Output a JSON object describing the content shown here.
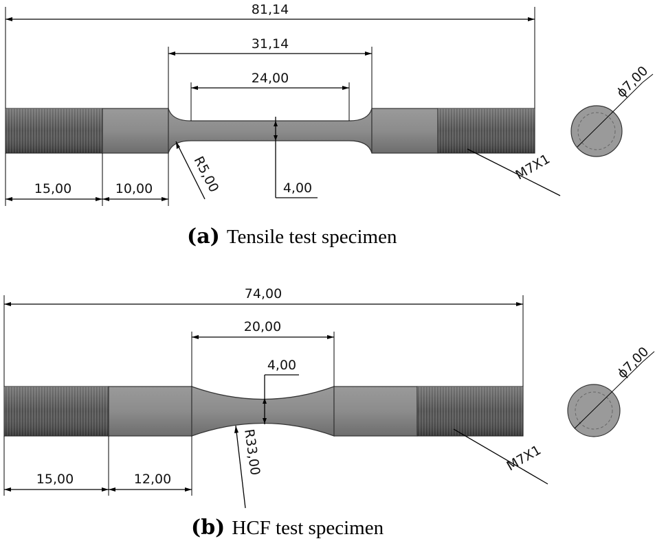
{
  "specimen_a": {
    "dim_overall": "81,14",
    "dim_reduced": "31,14",
    "dim_gauge": "24,00",
    "dim_diameter": "4,00",
    "dim_thread": "15,00",
    "dim_shoulder": "10,00",
    "dim_radius": "R5,00",
    "dim_end_dia": "ϕ7,00",
    "thread_note": "M7X1",
    "caption_label": "(a)",
    "caption_text": "Tensile test specimen"
  },
  "specimen_b": {
    "dim_overall": "74,00",
    "dim_reduced": "20,00",
    "dim_diameter": "4,00",
    "dim_thread": "15,00",
    "dim_shoulder": "12,00",
    "dim_radius": "R33,00",
    "dim_end_dia": "ϕ7,00",
    "thread_note": "M7X1",
    "caption_label": "(b)",
    "caption_text": "HCF test specimen"
  },
  "colors": {
    "thread": "#5a5a5a",
    "body": "#7d7d7d",
    "neck": "#8a8a8a",
    "line": "#000000"
  }
}
